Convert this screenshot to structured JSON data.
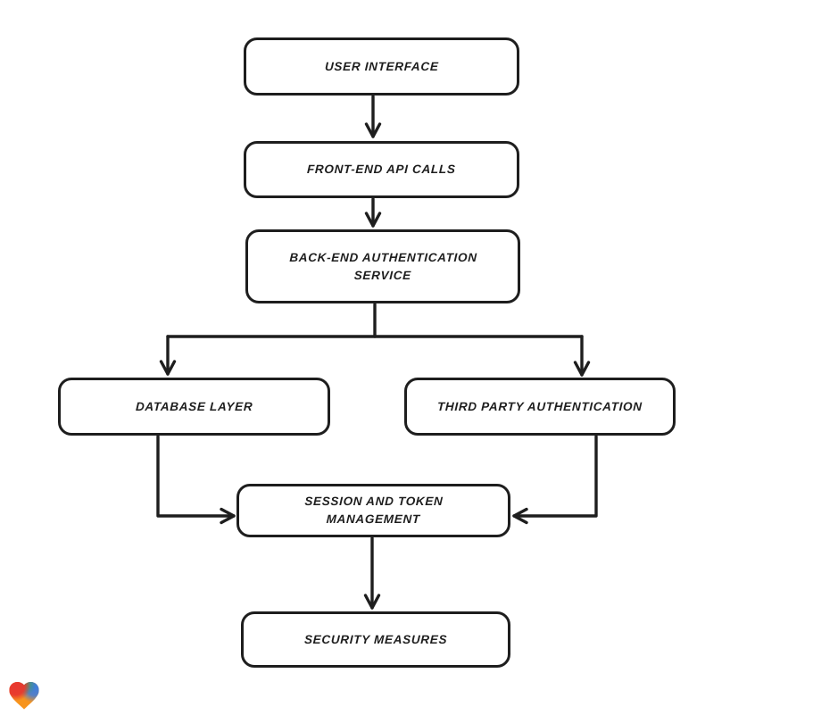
{
  "diagram": {
    "title": "authentication-architecture-flowchart",
    "background_color": "#ffffff",
    "stroke_color": "#1e1e1e",
    "node_fill_color": "#ffffff",
    "nodes": [
      {
        "id": "user-interface",
        "label": "USER INTERFACE"
      },
      {
        "id": "front-end-api-calls",
        "label": "FRONT-END API CALLS"
      },
      {
        "id": "back-end-authentication-service",
        "label": "BACK-END AUTHENTICATION\nSERVICE"
      },
      {
        "id": "database-layer",
        "label": "DATABASE LAYER"
      },
      {
        "id": "third-party-authentication",
        "label": "THIRD PARTY AUTHENTICATION"
      },
      {
        "id": "session-and-token-management",
        "label": "SESSION AND TOKEN\nMANAGEMENT"
      },
      {
        "id": "security-measures",
        "label": "SECURITY MEASURES"
      }
    ],
    "edges": [
      {
        "from": "user-interface",
        "to": "front-end-api-calls"
      },
      {
        "from": "front-end-api-calls",
        "to": "back-end-authentication-service"
      },
      {
        "from": "back-end-authentication-service",
        "to": "database-layer"
      },
      {
        "from": "back-end-authentication-service",
        "to": "third-party-authentication"
      },
      {
        "from": "database-layer",
        "to": "session-and-token-management"
      },
      {
        "from": "third-party-authentication",
        "to": "session-and-token-management"
      },
      {
        "from": "session-and-token-management",
        "to": "security-measures"
      }
    ]
  },
  "logo": {
    "name": "gradient-heart",
    "colors": {
      "red": "#e8382f",
      "green": "#3fa052",
      "blue": "#3b7ce0",
      "orange": "#f7941d"
    }
  }
}
